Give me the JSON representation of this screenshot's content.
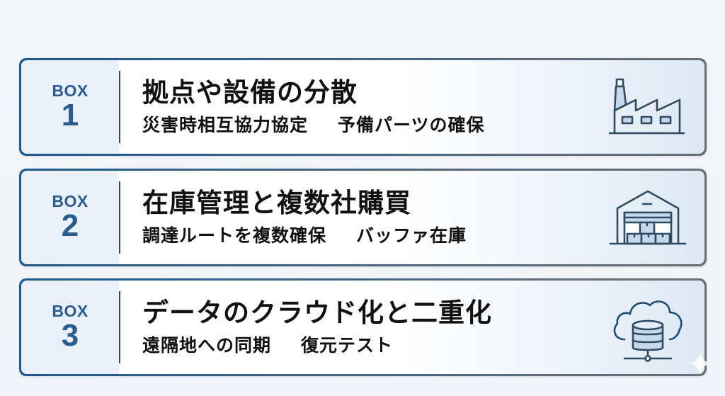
{
  "colors": {
    "background": "#f2f5f9",
    "accent_blue": "#2a5c8e",
    "border_left": "#1f5a8c",
    "border_right": "#6b6f74",
    "number_panel": "#e9f0f7",
    "icon_stroke": "#2f4a62",
    "icon_fill": "#c6d9ec",
    "text": "#111111"
  },
  "boxes": [
    {
      "label": "BOX",
      "number": "1",
      "title": "拠点や設備の分散",
      "items": [
        "災害時相互協力協定",
        "予備パーツの確保"
      ],
      "icon": "factory-icon"
    },
    {
      "label": "BOX",
      "number": "2",
      "title": "在庫管理と複数社購買",
      "items": [
        "調達ルートを複数確保",
        "バッファ在庫"
      ],
      "icon": "warehouse-icon"
    },
    {
      "label": "BOX",
      "number": "3",
      "title": "データのクラウド化と二重化",
      "items": [
        "遠隔地への同期",
        "復元テスト"
      ],
      "icon": "cloud-database-icon"
    }
  ],
  "watermark": "sparkle-icon"
}
